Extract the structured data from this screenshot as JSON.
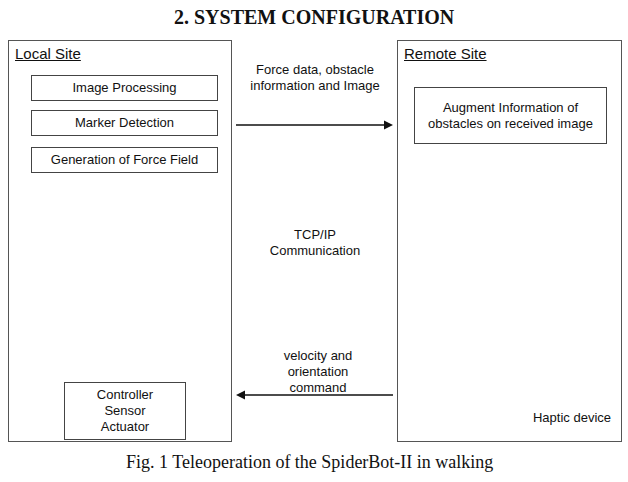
{
  "diagram": {
    "title": "2. SYSTEM CONFIGURATION",
    "caption": "Fig. 1 Teleoperation of the SpiderBot-II in walking",
    "nodes": [
      {
        "text": [
          "Local Site"
        ]
      },
      {
        "text": [
          "Image Processing"
        ],
        "in": 0
      },
      {
        "text": [
          "Marker Detection"
        ],
        "in": 0
      },
      {
        "text": [
          "Generation of Force Field"
        ],
        "in": 0
      },
      {
        "text": [
          "Controller Sensor Actuator"
        ],
        "in": 0
      },
      {
        "text": [
          "Remote Site"
        ]
      },
      {
        "text": [
          "Augment Information of obstacles on received image"
        ],
        "in": 5
      }
    ],
    "edges": [
      {
        "from": 0,
        "to": 5,
        "arrow": "to",
        "label": "Force data, obstacle information and Image"
      },
      {
        "from": 5,
        "to": 0,
        "arrow": "to",
        "label": "velocity and orientation command"
      }
    ],
    "labels": [
      "TCP/IP Communication",
      "Haptic device"
    ]
  }
}
